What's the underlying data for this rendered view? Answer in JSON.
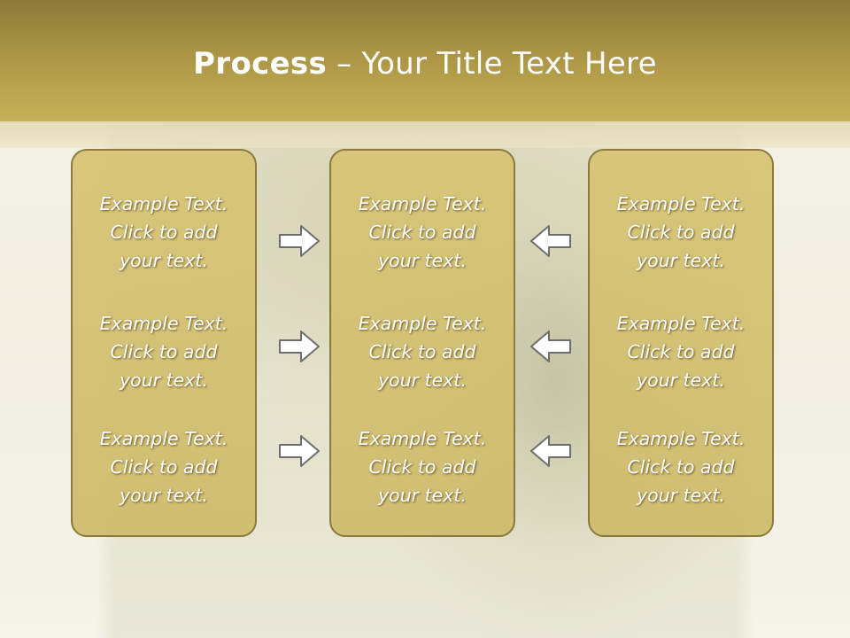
{
  "slide": {
    "title_bold": "Process",
    "title_rest": " – Your Title Text Here"
  },
  "columns": [
    {
      "items": [
        {
          "line1": "Example Text.",
          "line2": "Click  to add",
          "line3": "your text."
        },
        {
          "line1": "Example Text.",
          "line2": "Click  to add",
          "line3": "your text."
        },
        {
          "line1": "Example Text.",
          "line2": "Click  to add",
          "line3": "your text."
        }
      ]
    },
    {
      "items": [
        {
          "line1": "Example Text.",
          "line2": "Click  to add",
          "line3": "your text."
        },
        {
          "line1": "Example Text.",
          "line2": "Click  to add",
          "line3": "your text."
        },
        {
          "line1": "Example Text.",
          "line2": "Click  to add",
          "line3": "your text."
        }
      ]
    },
    {
      "items": [
        {
          "line1": "Example Text.",
          "line2": "Click  to add",
          "line3": "your text."
        },
        {
          "line1": "Example Text.",
          "line2": "Click  to add",
          "line3": "your text."
        },
        {
          "line1": "Example Text.",
          "line2": "Click  to add",
          "line3": "your text."
        }
      ]
    }
  ],
  "arrows": {
    "left_group": "right-arrow-icon",
    "right_group": "left-arrow-icon"
  },
  "colors": {
    "header_top": "#8c7a3b",
    "header_bottom": "#c6b15a",
    "box_fill": "#d4c275",
    "box_border": "#8c7a3b",
    "text": "#ffffff"
  }
}
